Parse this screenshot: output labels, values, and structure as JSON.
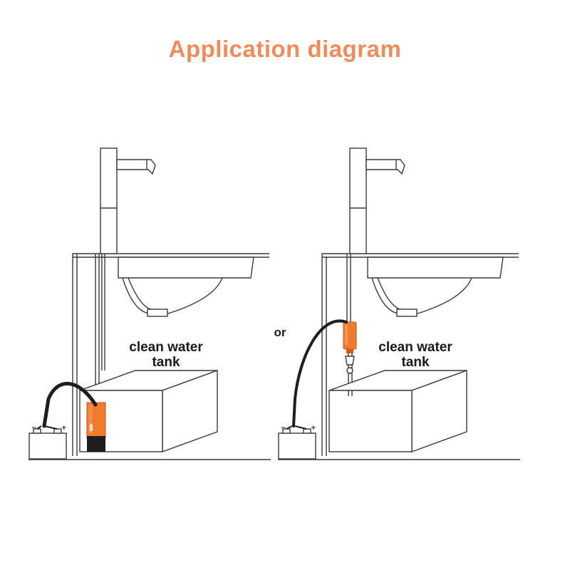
{
  "title": "Application diagram",
  "connector": "or",
  "left_scene": {
    "tank_label_line1": "clean water",
    "tank_label_line2": "tank",
    "battery_minus": "−",
    "battery_plus": "+"
  },
  "right_scene": {
    "tank_label_line1": "clean water",
    "tank_label_line2": "tank",
    "battery_minus": "−",
    "battery_plus": "+"
  },
  "colors": {
    "title": "#f08c5c",
    "pump": "#f07a2e",
    "cable": "#1e1e1e",
    "outline": "#3a3a3a"
  }
}
